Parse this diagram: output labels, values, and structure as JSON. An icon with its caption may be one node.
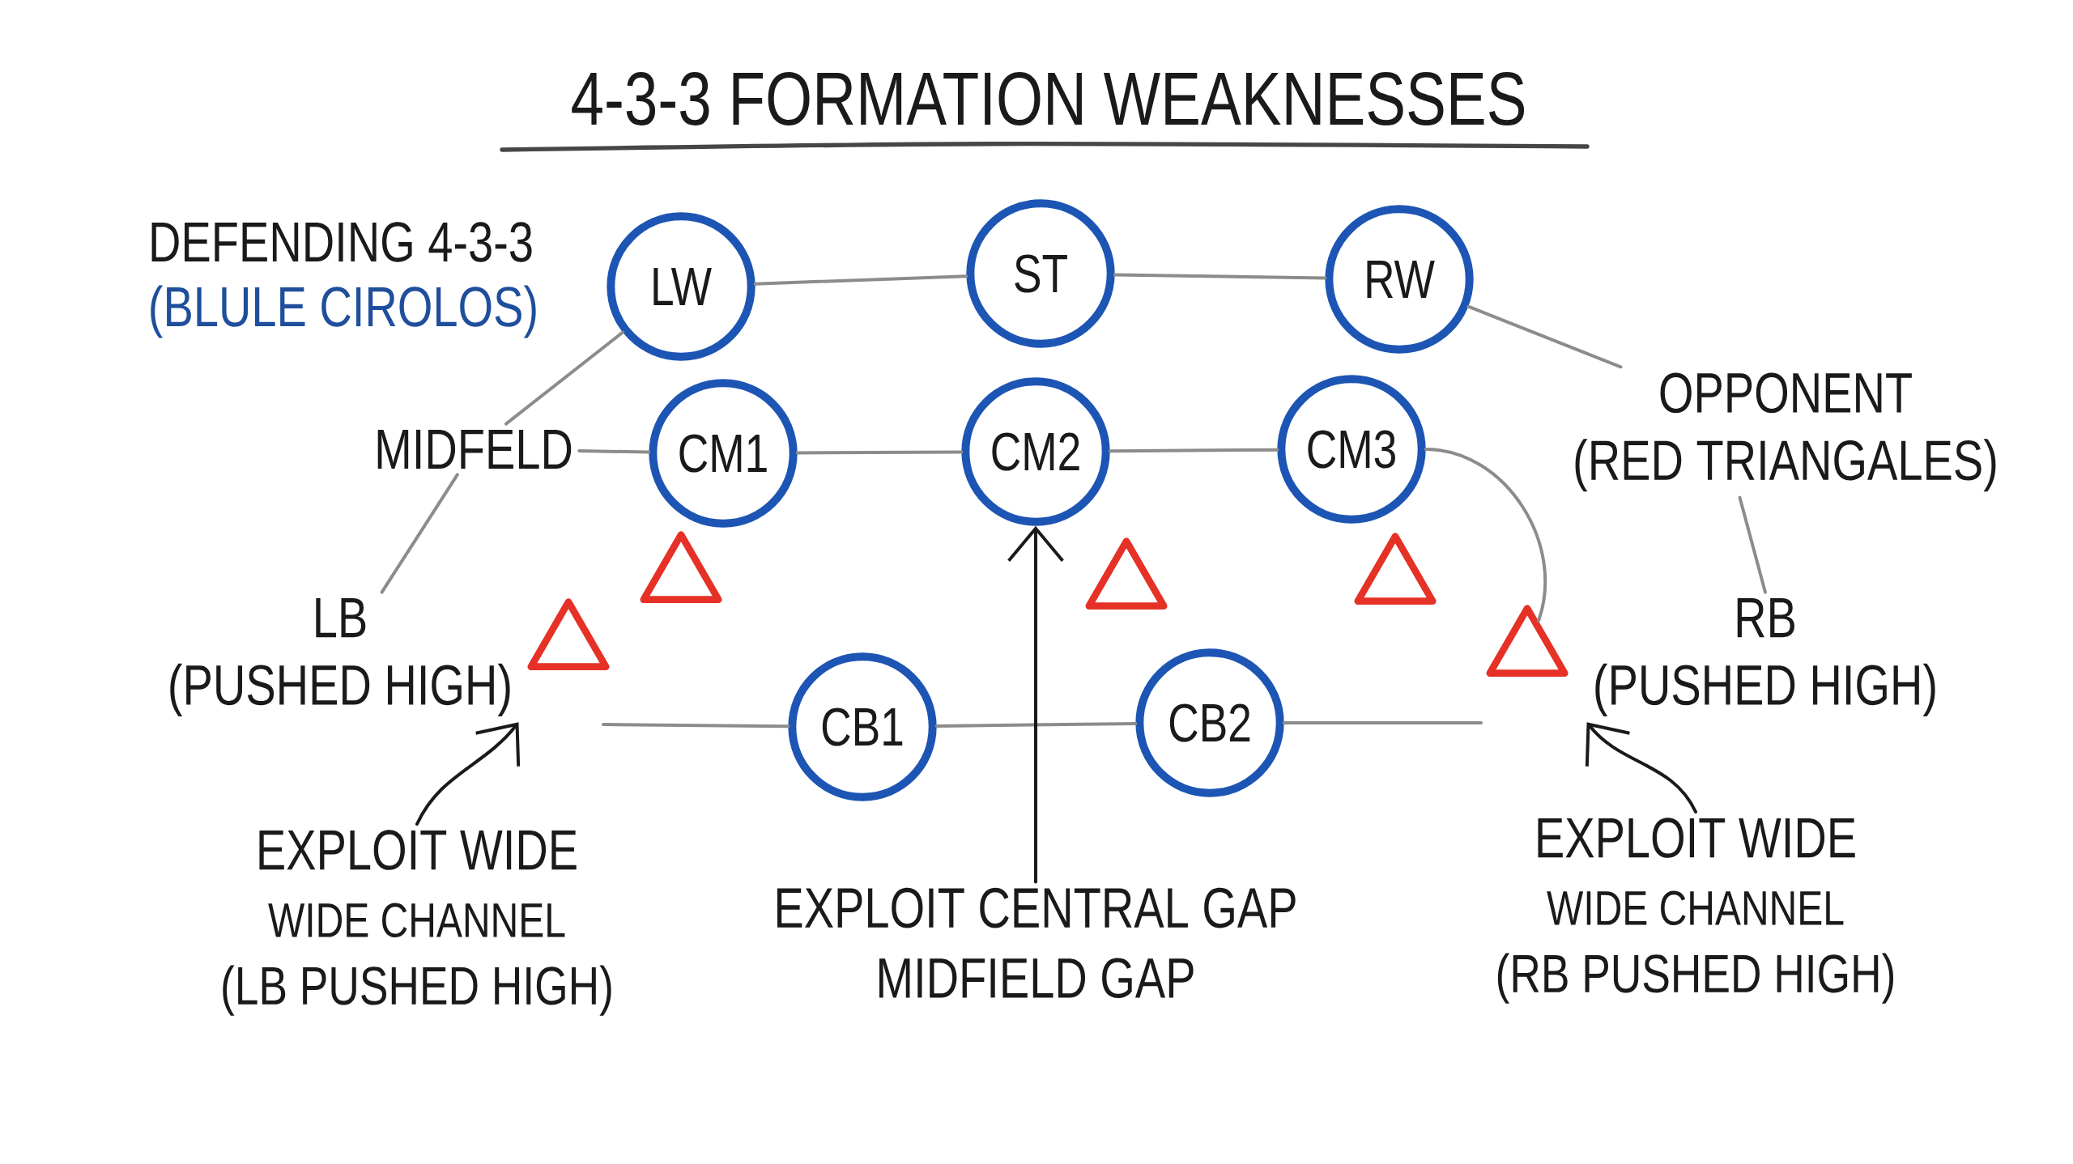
{
  "diagram": {
    "title": "4-3-3 FORMATION WEAKNESSES",
    "nodes": [
      {
        "text": [
          "LW"
        ]
      },
      {
        "text": [
          "ST"
        ]
      },
      {
        "text": [
          "RW"
        ]
      },
      {
        "text": [
          "OPPONENT",
          "(RED TRIANGALES)"
        ]
      },
      {
        "text": [
          "MIDFELD"
        ]
      },
      {
        "text": [
          "CM1"
        ]
      },
      {
        "text": [
          "CM2"
        ]
      },
      {
        "text": [
          "CM3"
        ]
      },
      {
        "text": [],
        "shape": "triangle"
      },
      {
        "text": [],
        "shape": "triangle"
      },
      {
        "text": [],
        "shape": "triangle"
      },
      {
        "text": [],
        "shape": "triangle"
      },
      {
        "text": [],
        "shape": "triangle"
      },
      {
        "text": [
          "LB",
          "(PUSHED HIGH)"
        ]
      },
      {
        "text": [
          "RB",
          "(PUSHED HIGH)"
        ]
      },
      {
        "text": [
          "CB1"
        ]
      },
      {
        "text": [
          "CB2"
        ]
      },
      {
        "text": [
          "EXPLOIT WIDE",
          "WIDE CHANNEL",
          "(LB PUSHED HIGH)"
        ]
      },
      {
        "text": [
          "EXPLOIT CENTRAL GAP MIDFIELD GAP"
        ]
      },
      {
        "text": [
          "EXPLOIT WIDE",
          "WIDE CHANNEL",
          "(RB PUSHED HIGH)"
        ]
      }
    ],
    "edges": [
      {
        "from": 0,
        "to": 1,
        "arrow": "none"
      },
      {
        "from": 1,
        "to": 2,
        "arrow": "none"
      },
      {
        "from": 0,
        "to": 4,
        "arrow": "none"
      },
      {
        "from": 4,
        "to": 5,
        "arrow": "none"
      },
      {
        "from": 5,
        "to": 6,
        "arrow": "none"
      },
      {
        "from": 6,
        "to": 7,
        "arrow": "none"
      },
      {
        "from": 2,
        "to": 3,
        "arrow": "none"
      },
      {
        "from": 4,
        "to": 13,
        "arrow": "none"
      },
      {
        "from": 3,
        "to": 14,
        "arrow": "none"
      },
      {
        "from": 7,
        "to": 12,
        "arrow": "none"
      },
      {
        "from": null,
        "to": 15,
        "arrow": "none"
      },
      {
        "from": 15,
        "to": 16,
        "arrow": "none"
      },
      {
        "from": 16,
        "to": null,
        "arrow": "none"
      },
      {
        "from": 17,
        "to": 13,
        "arrow": "to",
        "color": "#1a1a1a"
      },
      {
        "from": 18,
        "to": 6,
        "arrow": "to",
        "color": "#1a1a1a"
      },
      {
        "from": 19,
        "to": 14,
        "arrow": "to",
        "color": "#1a1a1a"
      }
    ],
    "labels": [
      "DEFENDING 4-3-3",
      "(BLULE CIROLOS)"
    ]
  }
}
